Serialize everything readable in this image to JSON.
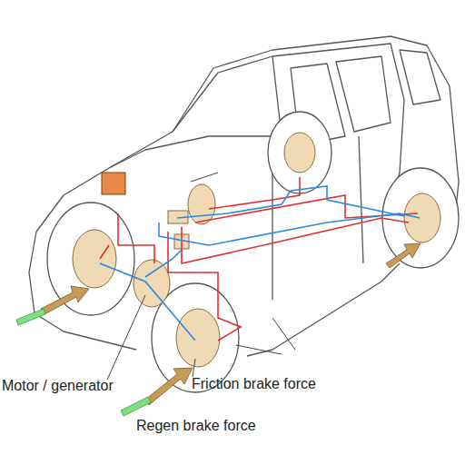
{
  "diagram": {
    "labels": [
      "Motor / generator",
      "Friction brake force",
      "Regen brake force"
    ]
  }
}
